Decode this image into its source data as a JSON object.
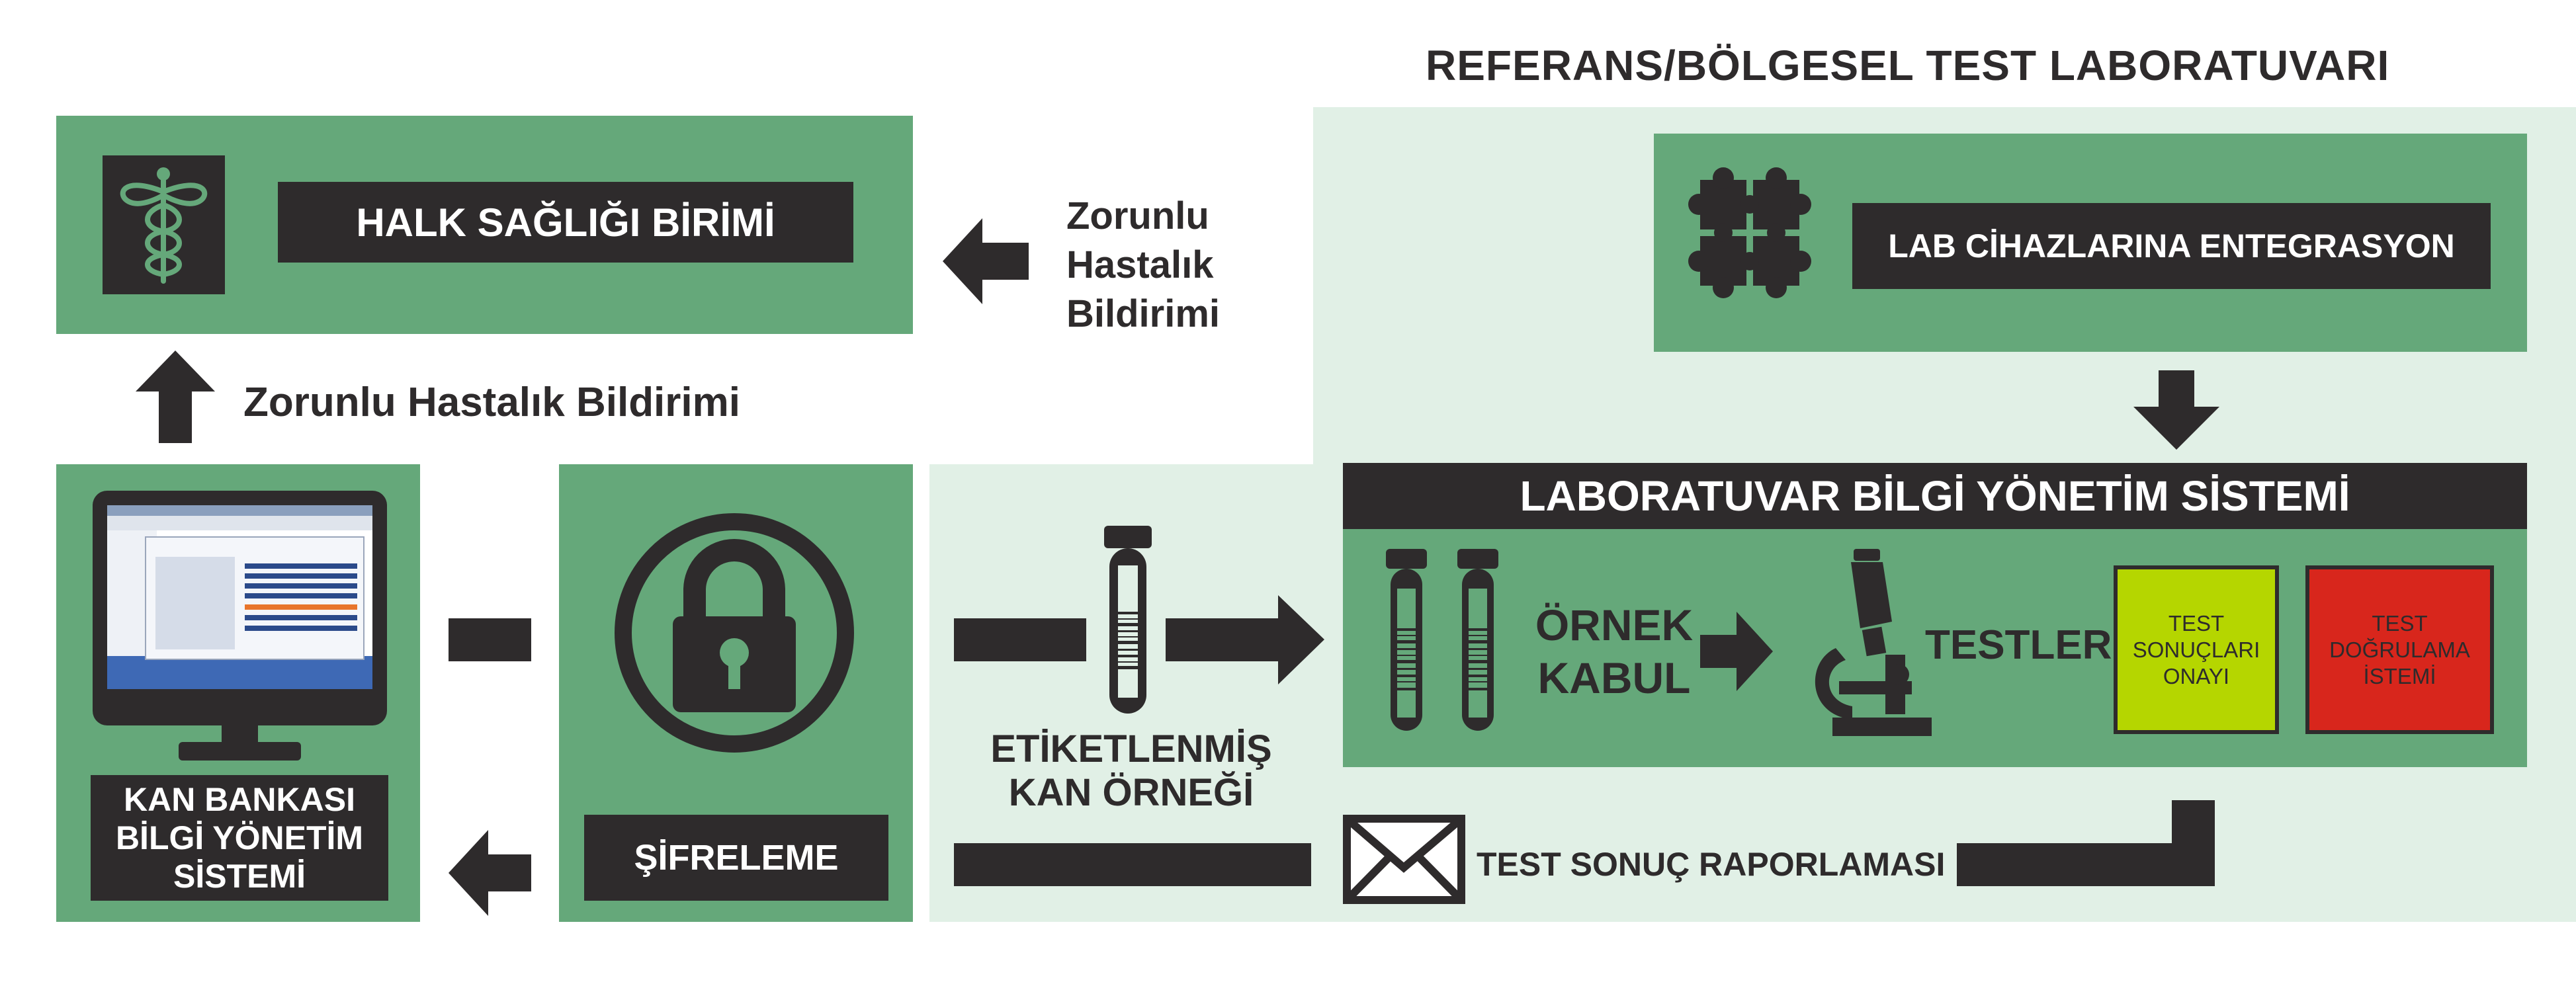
{
  "title": "REFERANS/BÖLGESEL  TEST LABORATUVARI",
  "public_health": {
    "label": "HALK SAĞLIĞI BİRİMİ",
    "icon": "caduceus-icon"
  },
  "notifications": {
    "right_text": "Zorunlu\nHastalık\nBildirimi",
    "up_text": "Zorunlu Hastalık Bildirimi"
  },
  "lab_integration": {
    "label": "LAB CİHAZLARINA ENTEGRASYON",
    "icon": "puzzle-icon"
  },
  "lims": {
    "title": "LABORATUVAR BİLGİ YÖNETİM SİSTEMİ",
    "sample_accept": "ÖRNEK\nKABUL",
    "tests": "TESTLER",
    "approval": "TEST\nSONUÇLARI\nONAYI",
    "verification": "TEST\nDOĞRULAMA\nİSTEMİ",
    "approval_color": "#b5d600",
    "verification_color": "#d8261c"
  },
  "blood_bank": {
    "label": "KAN BANKASI\nBİLGİ YÖNETİM\nSİSTEMİ",
    "icon": "monitor-icon"
  },
  "encryption": {
    "label": "ŞİFRELEME",
    "icon": "padlock-icon"
  },
  "sample": {
    "label": "ETİKETLENMİŞ\nKAN ÖRNEĞİ",
    "icon": "test-tube-icon"
  },
  "reporting": {
    "label": "TEST SONUÇ RAPORLAMASI",
    "icon": "envelope-icon"
  },
  "colors": {
    "green": "#65a87a",
    "pale_green": "#e1f0e6",
    "dark": "#2e2b2c"
  }
}
